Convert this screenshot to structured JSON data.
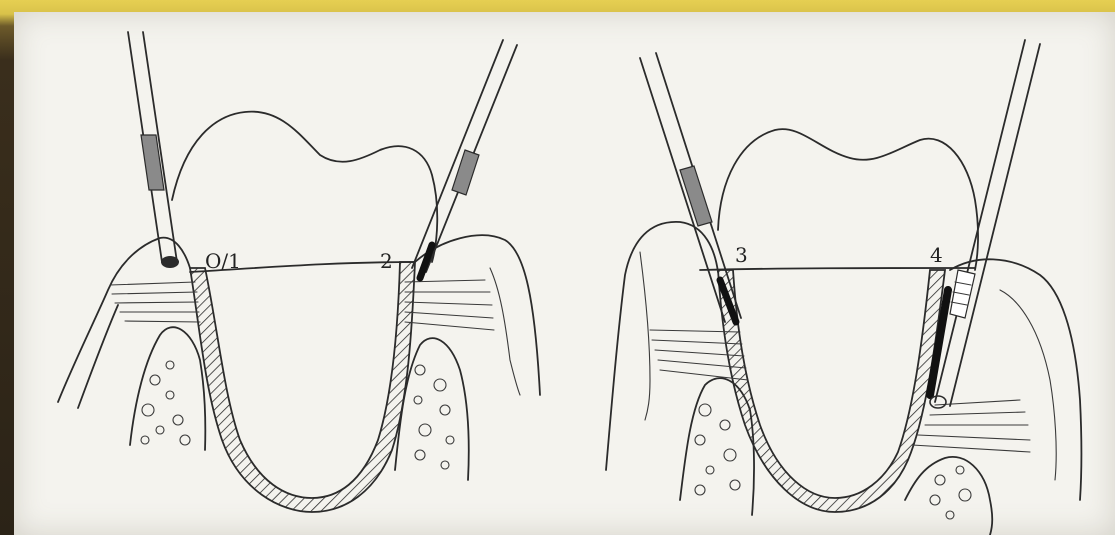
{
  "diagram": {
    "labels": {
      "pocket_1": "O/1",
      "pocket_2": "2",
      "pocket_3": "3",
      "pocket_4": "4"
    },
    "colors": {
      "ink": "#2b2b2b",
      "paper": "#f4f3ee",
      "frame_top": "#e6cf52",
      "frame_side": "#2b2317"
    }
  }
}
